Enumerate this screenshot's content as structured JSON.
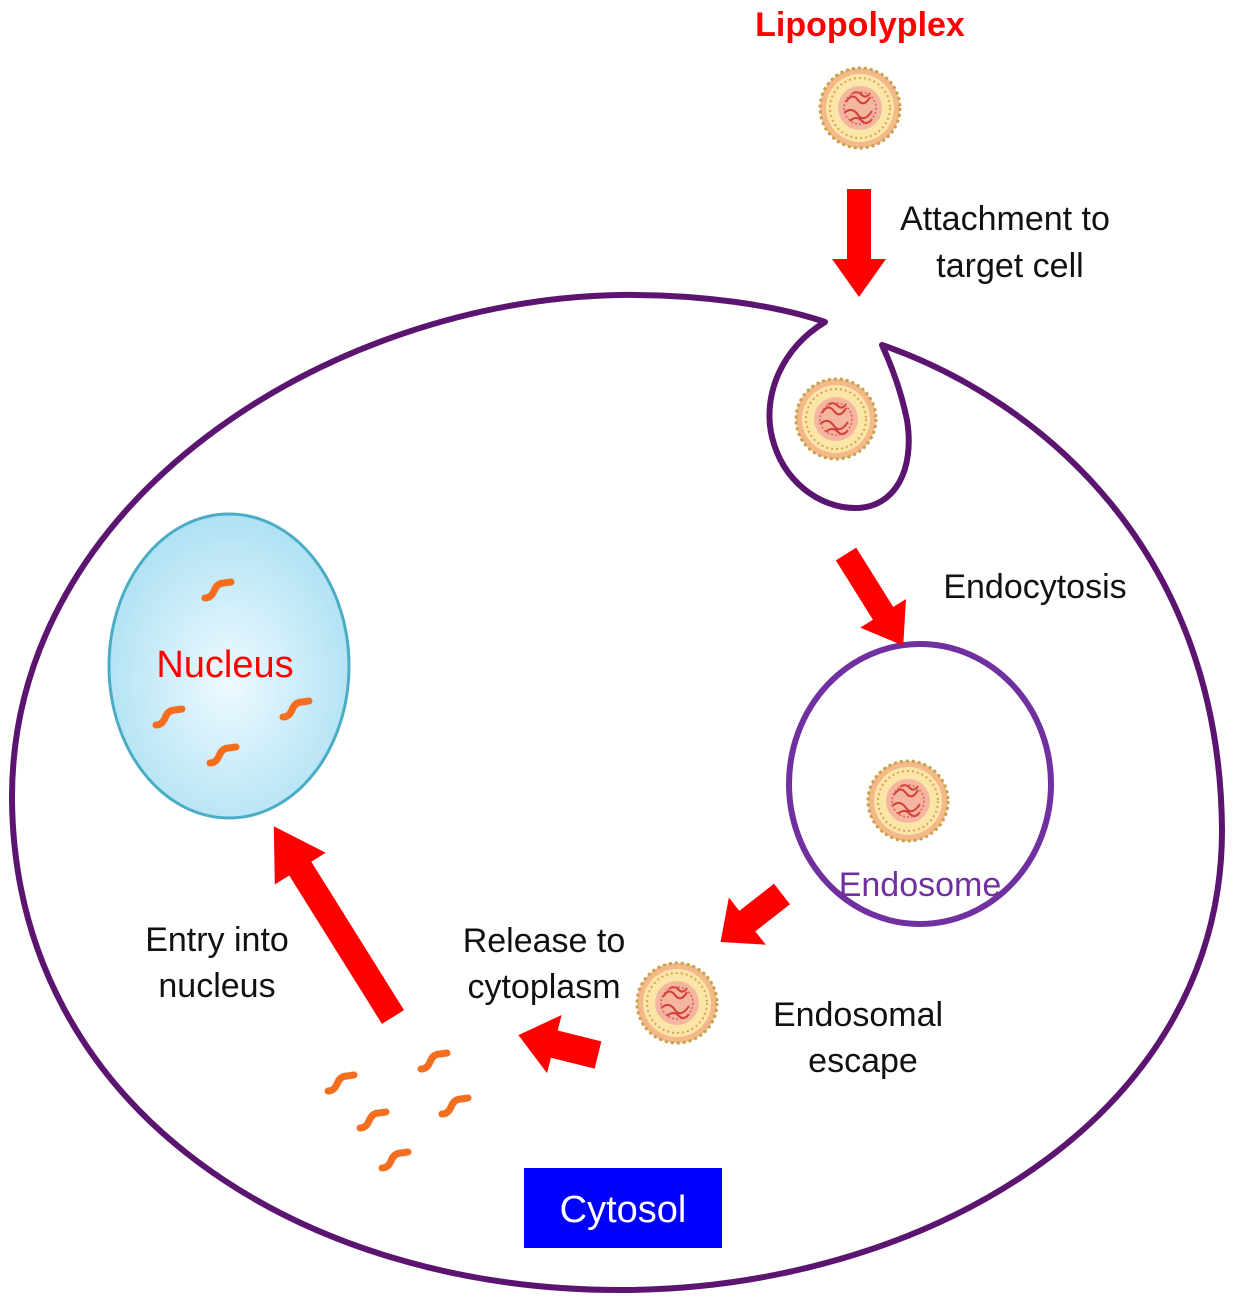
{
  "labels": {
    "lipopolyplex": "Lipopolyplex",
    "attachment_line1": "Attachment to",
    "attachment_line2": "target cell",
    "endocytosis": "Endocytosis",
    "nucleus": "Nucleus",
    "endosome": "Endosome",
    "release_line1": "Release to",
    "release_line2": "cytoplasm",
    "escape_line1": "Endosomal",
    "escape_line2": "escape",
    "entry_line1": "Entry into",
    "entry_line2": "nucleus",
    "cytosol": "Cytosol"
  },
  "colors": {
    "membrane": "#5b1570",
    "endosome_border": "#7030a0",
    "arrow": "#ff0000",
    "nucleus_fill": "#bfe8f5",
    "nucleus_border": "#4bacc6",
    "strand": "#f36f1f",
    "cytosol_box": "#0000ff",
    "title_red": "#ff0000"
  }
}
